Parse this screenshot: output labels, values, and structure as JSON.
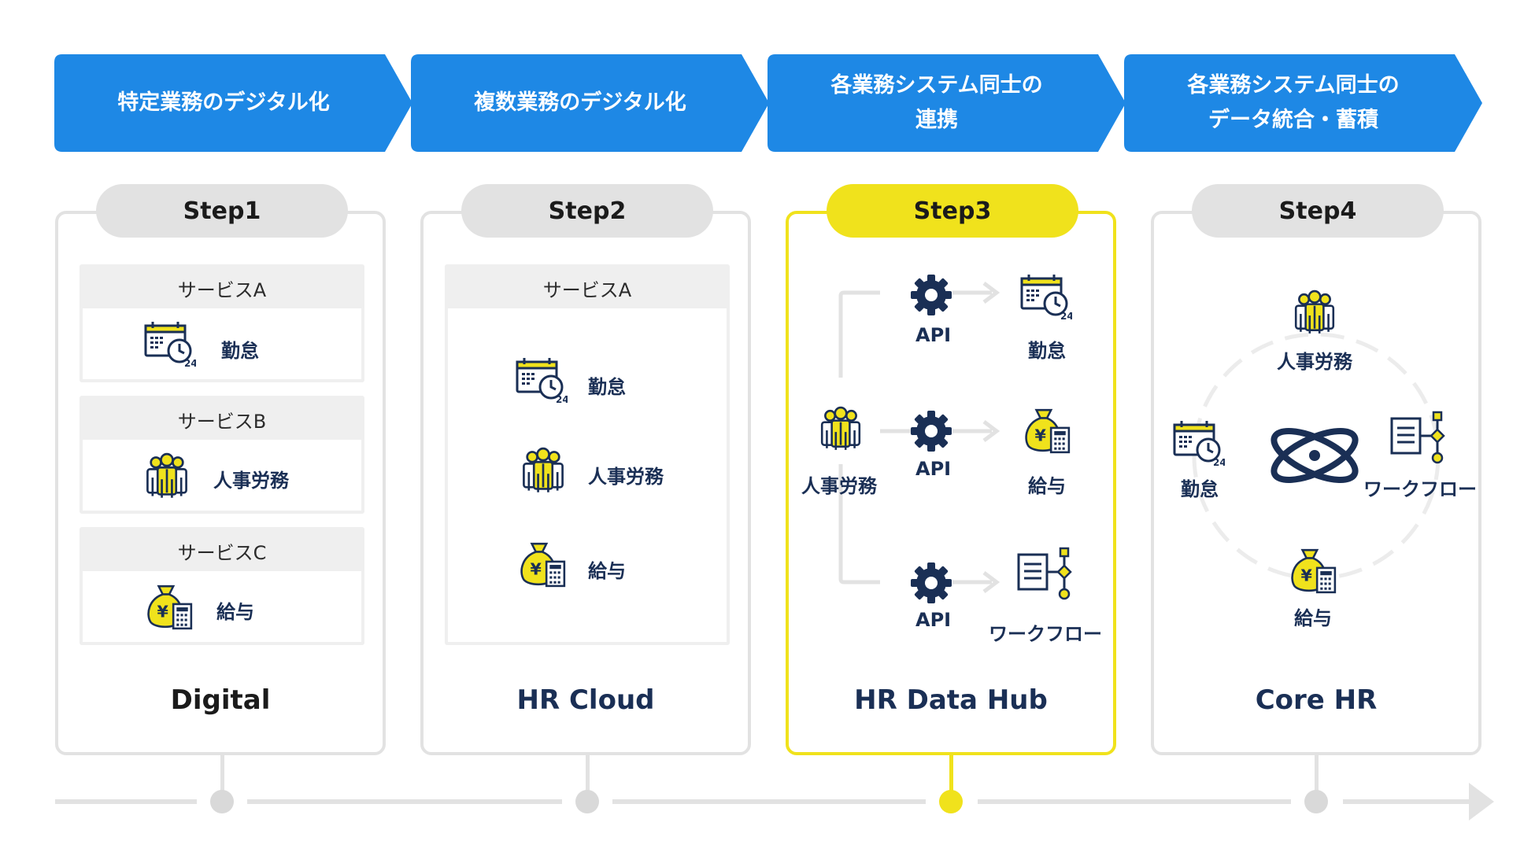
{
  "phases": [
    {
      "label": "特定業務のデジタル化"
    },
    {
      "label": "複数業務のデジタル化"
    },
    {
      "label": "各業務システム同士の\n連携"
    },
    {
      "label": "各業務システム同士の\nデータ統合・蓄積"
    }
  ],
  "steps": [
    {
      "pill": "Step1",
      "title": "Digital",
      "services": [
        {
          "header": "サービスA",
          "label": "勤怠",
          "icon": "timecard-icon"
        },
        {
          "header": "サービスB",
          "label": "人事労務",
          "icon": "people-icon"
        },
        {
          "header": "サービスC",
          "label": "給与",
          "icon": "money-bag-icon"
        }
      ]
    },
    {
      "pill": "Step2",
      "title": "HR Cloud",
      "service_header": "サービスA",
      "items": [
        {
          "label": "勤怠",
          "icon": "timecard-icon"
        },
        {
          "label": "人事労務",
          "icon": "people-icon"
        },
        {
          "label": "給与",
          "icon": "money-bag-icon"
        }
      ]
    },
    {
      "pill": "Step3",
      "title": "HR Data Hub",
      "source_label": "人事労務",
      "api_label": "API",
      "targets": [
        {
          "label": "勤怠",
          "icon": "timecard-icon"
        },
        {
          "label": "給与",
          "icon": "money-bag-icon"
        },
        {
          "label": "ワークフロー",
          "icon": "workflow-icon"
        }
      ]
    },
    {
      "pill": "Step4",
      "title": "Core HR",
      "hub_icon": "atom-icon",
      "nodes": [
        {
          "label": "人事労務",
          "icon": "people-icon"
        },
        {
          "label": "勤怠",
          "icon": "timecard-icon"
        },
        {
          "label": "ワークフロー",
          "icon": "workflow-icon"
        },
        {
          "label": "給与",
          "icon": "money-bag-icon"
        }
      ]
    }
  ],
  "colors": {
    "chevron": "#1e88e5",
    "navy": "#1a2f55",
    "accent_yellow": "#f0e21c",
    "neutral_gray": "#e2e2e2"
  },
  "timeline": {
    "active_step": 3
  }
}
